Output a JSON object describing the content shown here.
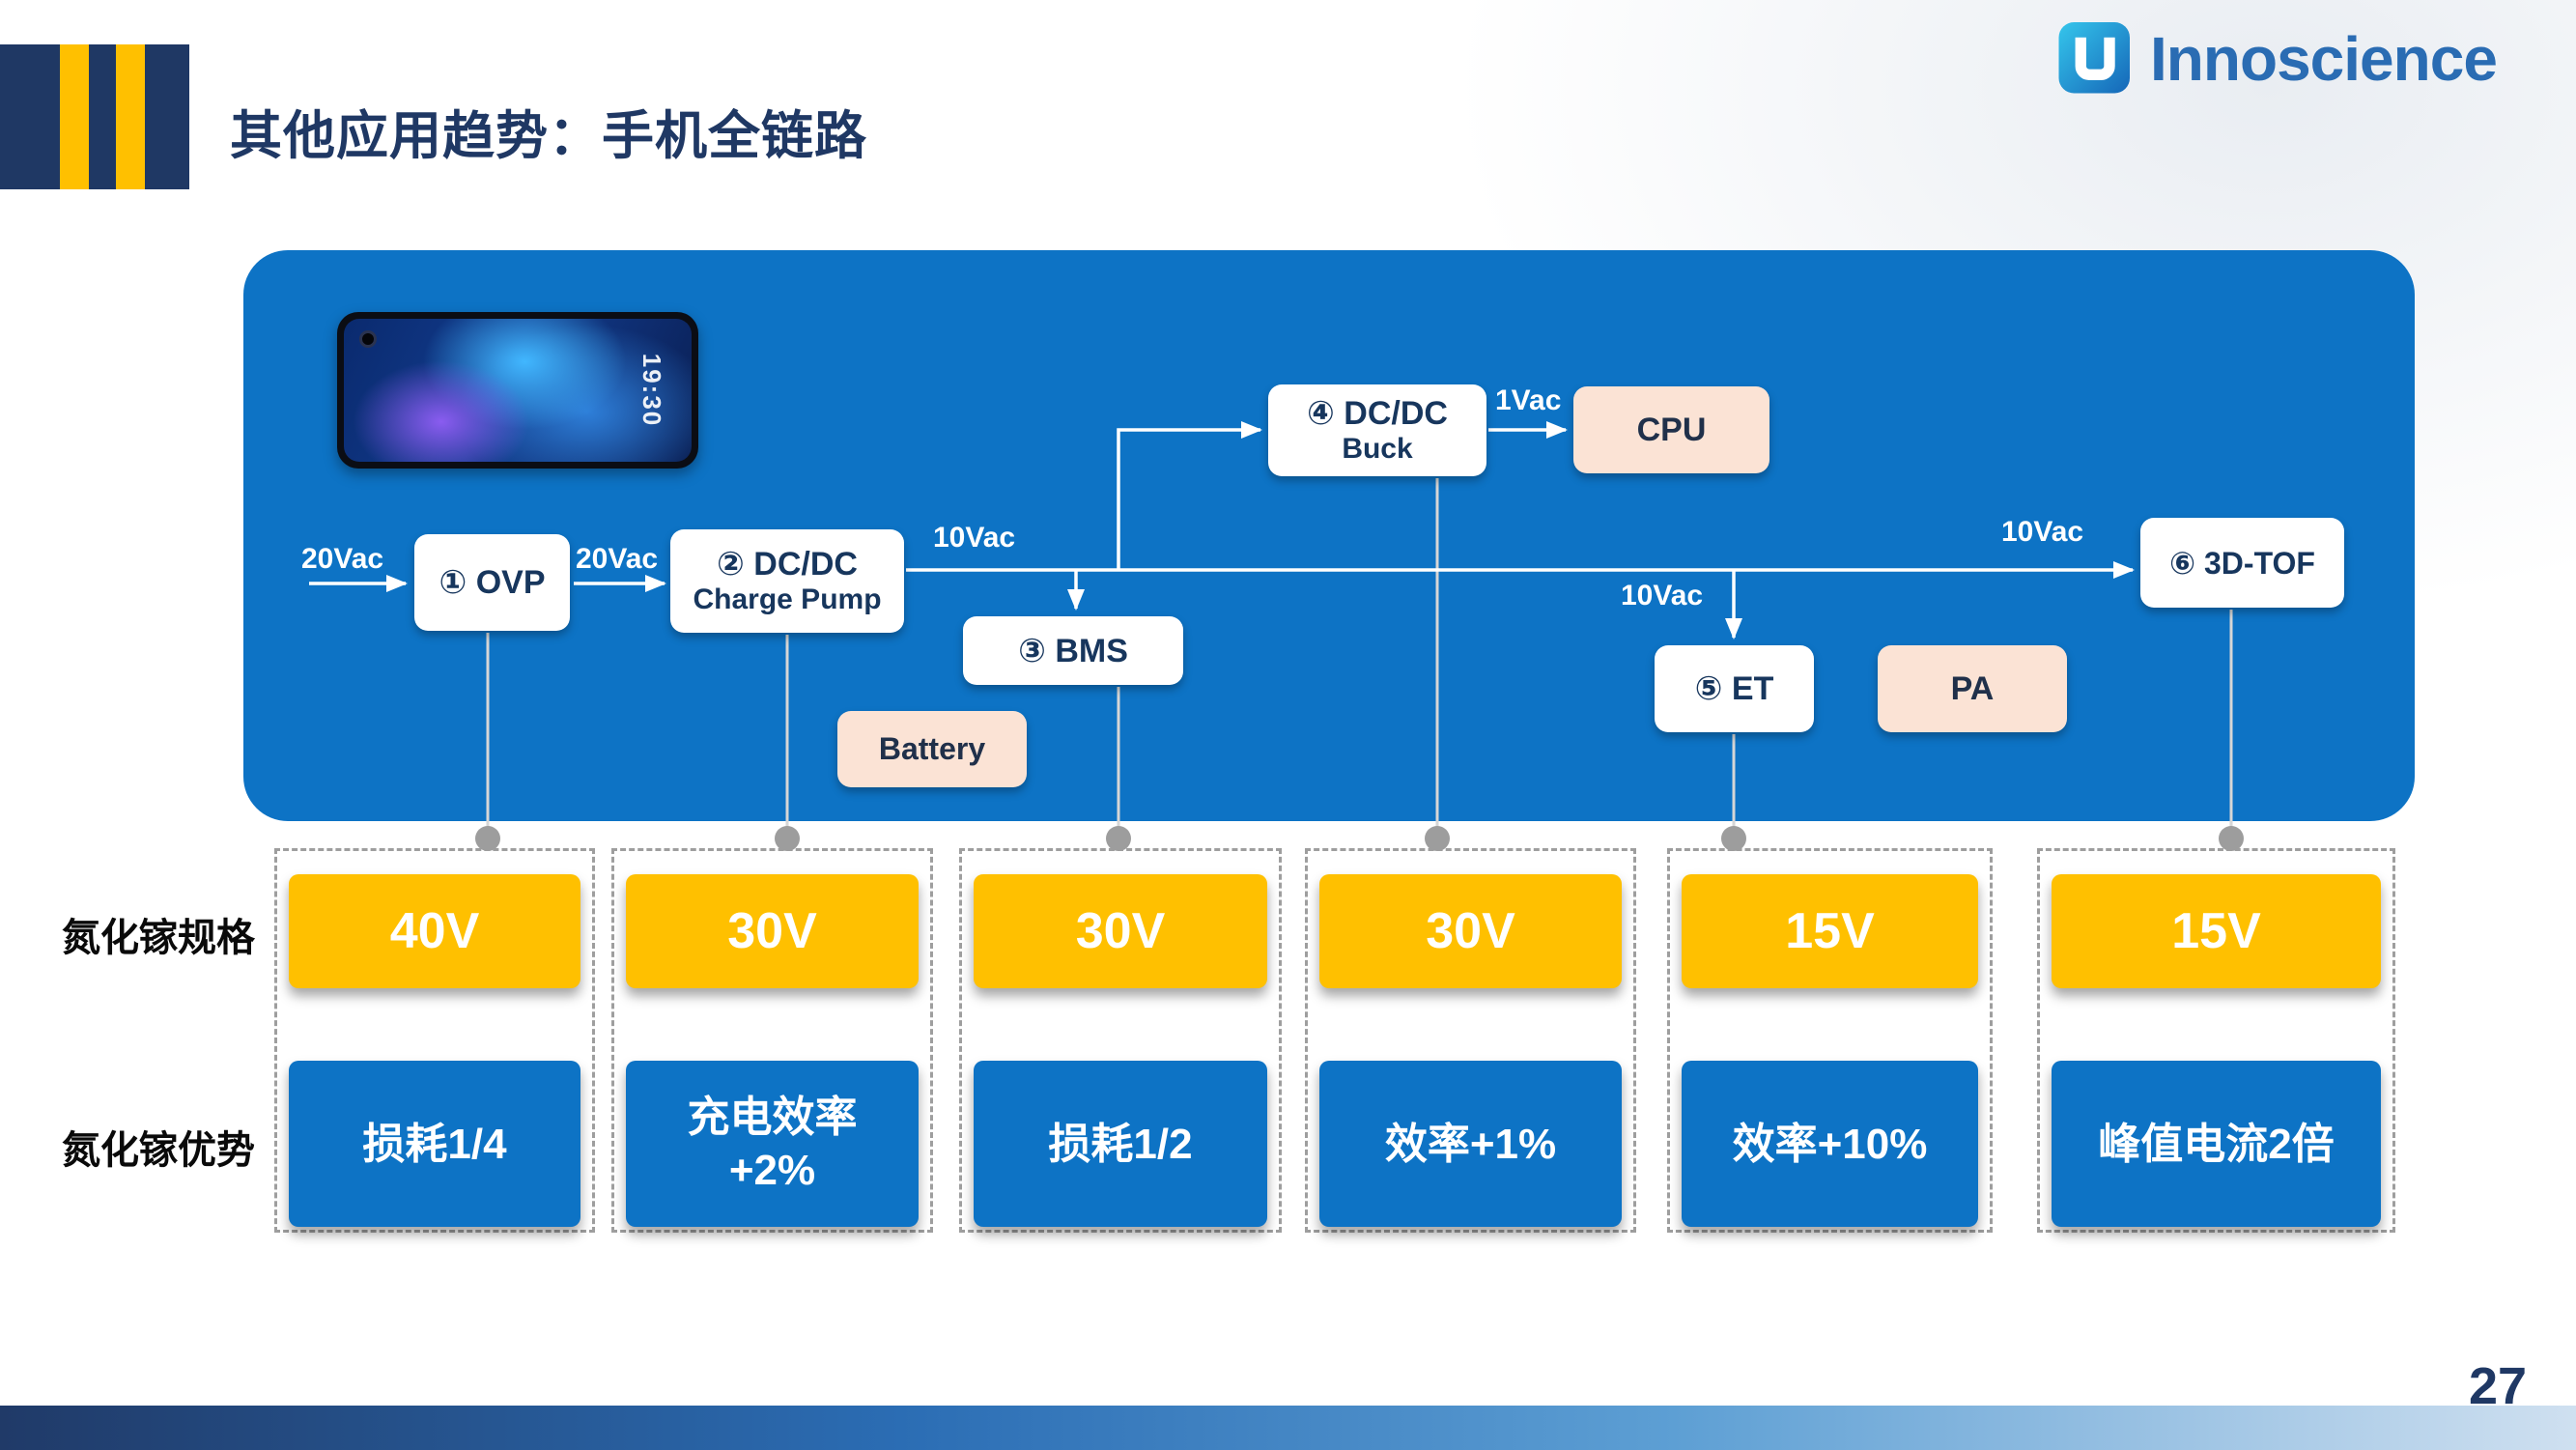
{
  "header": {
    "title": "其他应用趋势：手机全链路",
    "logo_text": "Innoscience"
  },
  "footer": {
    "page_number": "27"
  },
  "diagram": {
    "phone": {
      "time": "19:30"
    },
    "nodes": {
      "ovp": "① OVP",
      "charge_pump_l1": "② DC/DC",
      "charge_pump_l2": "Charge Pump",
      "bms": "③ BMS",
      "battery": "Battery",
      "buck_l1": "④ DC/DC",
      "buck_l2": "Buck",
      "cpu": "CPU",
      "et": "⑤ ET",
      "pa": "PA",
      "tof": "⑥ 3D-TOF"
    },
    "flow_labels": {
      "input": "20Vac",
      "after_ovp": "20Vac",
      "after_cp": "10Vac",
      "after_buck": "1Vac",
      "to_et": "10Vac",
      "to_tof": "10Vac"
    }
  },
  "table": {
    "row1_label": "氮化镓规格",
    "row2_label": "氮化镓优势",
    "columns": [
      {
        "spec": "40V",
        "adv": "损耗1/4"
      },
      {
        "spec": "30V",
        "adv": "充电效率\n+2%"
      },
      {
        "spec": "30V",
        "adv": "损耗1/2"
      },
      {
        "spec": "30V",
        "adv": "效率+1%"
      },
      {
        "spec": "15V",
        "adv": "效率+10%"
      },
      {
        "spec": "15V",
        "adv": "峰值电流2倍"
      }
    ]
  },
  "colors": {
    "panel_blue": "#0d73c5",
    "accent_yellow": "#ffc000",
    "peach": "#fbe3d5",
    "navy": "#1f3864",
    "connector_gray": "#9d9d9d"
  }
}
